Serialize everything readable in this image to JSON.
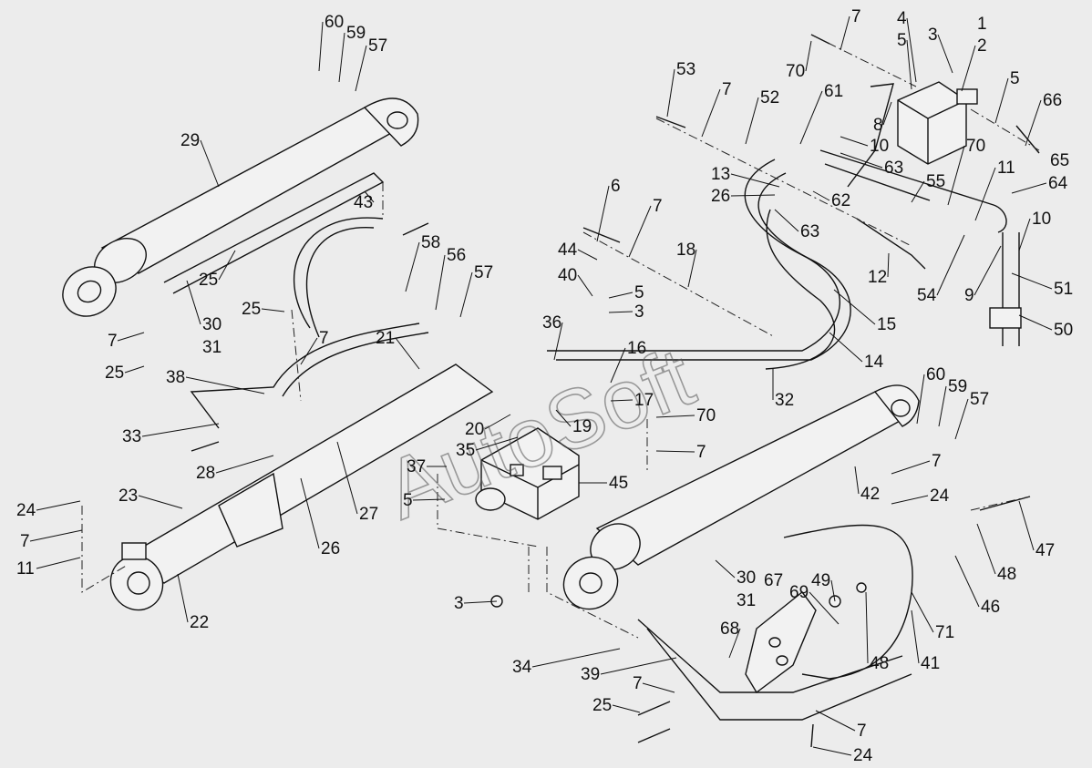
{
  "watermark": "AutoSoft",
  "callouts": [
    {
      "id": "c60a",
      "text": "60"
    },
    {
      "id": "c59a",
      "text": "59"
    },
    {
      "id": "c57a",
      "text": "57"
    },
    {
      "id": "c29",
      "text": "29"
    },
    {
      "id": "c43",
      "text": "43"
    },
    {
      "id": "c25a",
      "text": "25"
    },
    {
      "id": "c30a",
      "text": "30"
    },
    {
      "id": "c31a",
      "text": "31"
    },
    {
      "id": "c7a",
      "text": "7"
    },
    {
      "id": "c25b",
      "text": "25"
    },
    {
      "id": "c25c",
      "text": "25"
    },
    {
      "id": "c58",
      "text": "58"
    },
    {
      "id": "c56",
      "text": "56"
    },
    {
      "id": "c57b",
      "text": "57"
    },
    {
      "id": "c21",
      "text": "21"
    },
    {
      "id": "c7b",
      "text": "7"
    },
    {
      "id": "c38",
      "text": "38"
    },
    {
      "id": "c33",
      "text": "33"
    },
    {
      "id": "c28",
      "text": "28"
    },
    {
      "id": "c26a",
      "text": "26"
    },
    {
      "id": "c27",
      "text": "27"
    },
    {
      "id": "c23",
      "text": "23"
    },
    {
      "id": "c24a",
      "text": "24"
    },
    {
      "id": "c7c",
      "text": "7"
    },
    {
      "id": "c11a",
      "text": "11"
    },
    {
      "id": "c22",
      "text": "22"
    },
    {
      "id": "c36",
      "text": "36"
    },
    {
      "id": "c6",
      "text": "6"
    },
    {
      "id": "c7d",
      "text": "7"
    },
    {
      "id": "c44",
      "text": "44"
    },
    {
      "id": "c40",
      "text": "40"
    },
    {
      "id": "c5a",
      "text": "5"
    },
    {
      "id": "c3a",
      "text": "3"
    },
    {
      "id": "c18",
      "text": "18"
    },
    {
      "id": "c16",
      "text": "16"
    },
    {
      "id": "c17",
      "text": "17"
    },
    {
      "id": "c19",
      "text": "19"
    },
    {
      "id": "c20",
      "text": "20"
    },
    {
      "id": "c35",
      "text": "35"
    },
    {
      "id": "c70a",
      "text": "70"
    },
    {
      "id": "c7e",
      "text": "7"
    },
    {
      "id": "c37",
      "text": "37"
    },
    {
      "id": "c5b",
      "text": "5"
    },
    {
      "id": "c45",
      "text": "45"
    },
    {
      "id": "c3b",
      "text": "3"
    },
    {
      "id": "c53",
      "text": "53"
    },
    {
      "id": "c7f",
      "text": "7"
    },
    {
      "id": "c52",
      "text": "52"
    },
    {
      "id": "c70b",
      "text": "70"
    },
    {
      "id": "c7g",
      "text": "7"
    },
    {
      "id": "c4",
      "text": "4"
    },
    {
      "id": "c5c",
      "text": "5"
    },
    {
      "id": "c3c",
      "text": "3"
    },
    {
      "id": "c1",
      "text": "1"
    },
    {
      "id": "c2",
      "text": "2"
    },
    {
      "id": "c5d",
      "text": "5"
    },
    {
      "id": "c66",
      "text": "66"
    },
    {
      "id": "c61",
      "text": "61"
    },
    {
      "id": "c8",
      "text": "8"
    },
    {
      "id": "c10a",
      "text": "10"
    },
    {
      "id": "c63a",
      "text": "63"
    },
    {
      "id": "c70c",
      "text": "70"
    },
    {
      "id": "c65",
      "text": "65"
    },
    {
      "id": "c64",
      "text": "64"
    },
    {
      "id": "c13",
      "text": "13"
    },
    {
      "id": "c26b",
      "text": "26"
    },
    {
      "id": "c62",
      "text": "62"
    },
    {
      "id": "c55",
      "text": "55"
    },
    {
      "id": "c11b",
      "text": "11"
    },
    {
      "id": "c63b",
      "text": "63"
    },
    {
      "id": "c10b",
      "text": "10"
    },
    {
      "id": "c12",
      "text": "12"
    },
    {
      "id": "c54",
      "text": "54"
    },
    {
      "id": "c9",
      "text": "9"
    },
    {
      "id": "c51",
      "text": "51"
    },
    {
      "id": "c15",
      "text": "15"
    },
    {
      "id": "c50",
      "text": "50"
    },
    {
      "id": "c14",
      "text": "14"
    },
    {
      "id": "c32",
      "text": "32"
    },
    {
      "id": "c60b",
      "text": "60"
    },
    {
      "id": "c59b",
      "text": "59"
    },
    {
      "id": "c57c",
      "text": "57"
    },
    {
      "id": "c7h",
      "text": "7"
    },
    {
      "id": "c42",
      "text": "42"
    },
    {
      "id": "c24b",
      "text": "24"
    },
    {
      "id": "c47",
      "text": "47"
    },
    {
      "id": "c48a",
      "text": "48"
    },
    {
      "id": "c46",
      "text": "46"
    },
    {
      "id": "c30b",
      "text": "30"
    },
    {
      "id": "c31b",
      "text": "31"
    },
    {
      "id": "c67",
      "text": "67"
    },
    {
      "id": "c69",
      "text": "69"
    },
    {
      "id": "c49",
      "text": "49"
    },
    {
      "id": "c71",
      "text": "71"
    },
    {
      "id": "c48b",
      "text": "48"
    },
    {
      "id": "c41",
      "text": "41"
    },
    {
      "id": "c68",
      "text": "68"
    },
    {
      "id": "c34",
      "text": "34"
    },
    {
      "id": "c39",
      "text": "39"
    },
    {
      "id": "c7i",
      "text": "7"
    },
    {
      "id": "c25d",
      "text": "25"
    },
    {
      "id": "c7j",
      "text": "7"
    },
    {
      "id": "c24c",
      "text": "24"
    },
    {
      "id": "c3d",
      "text": "3"
    }
  ]
}
